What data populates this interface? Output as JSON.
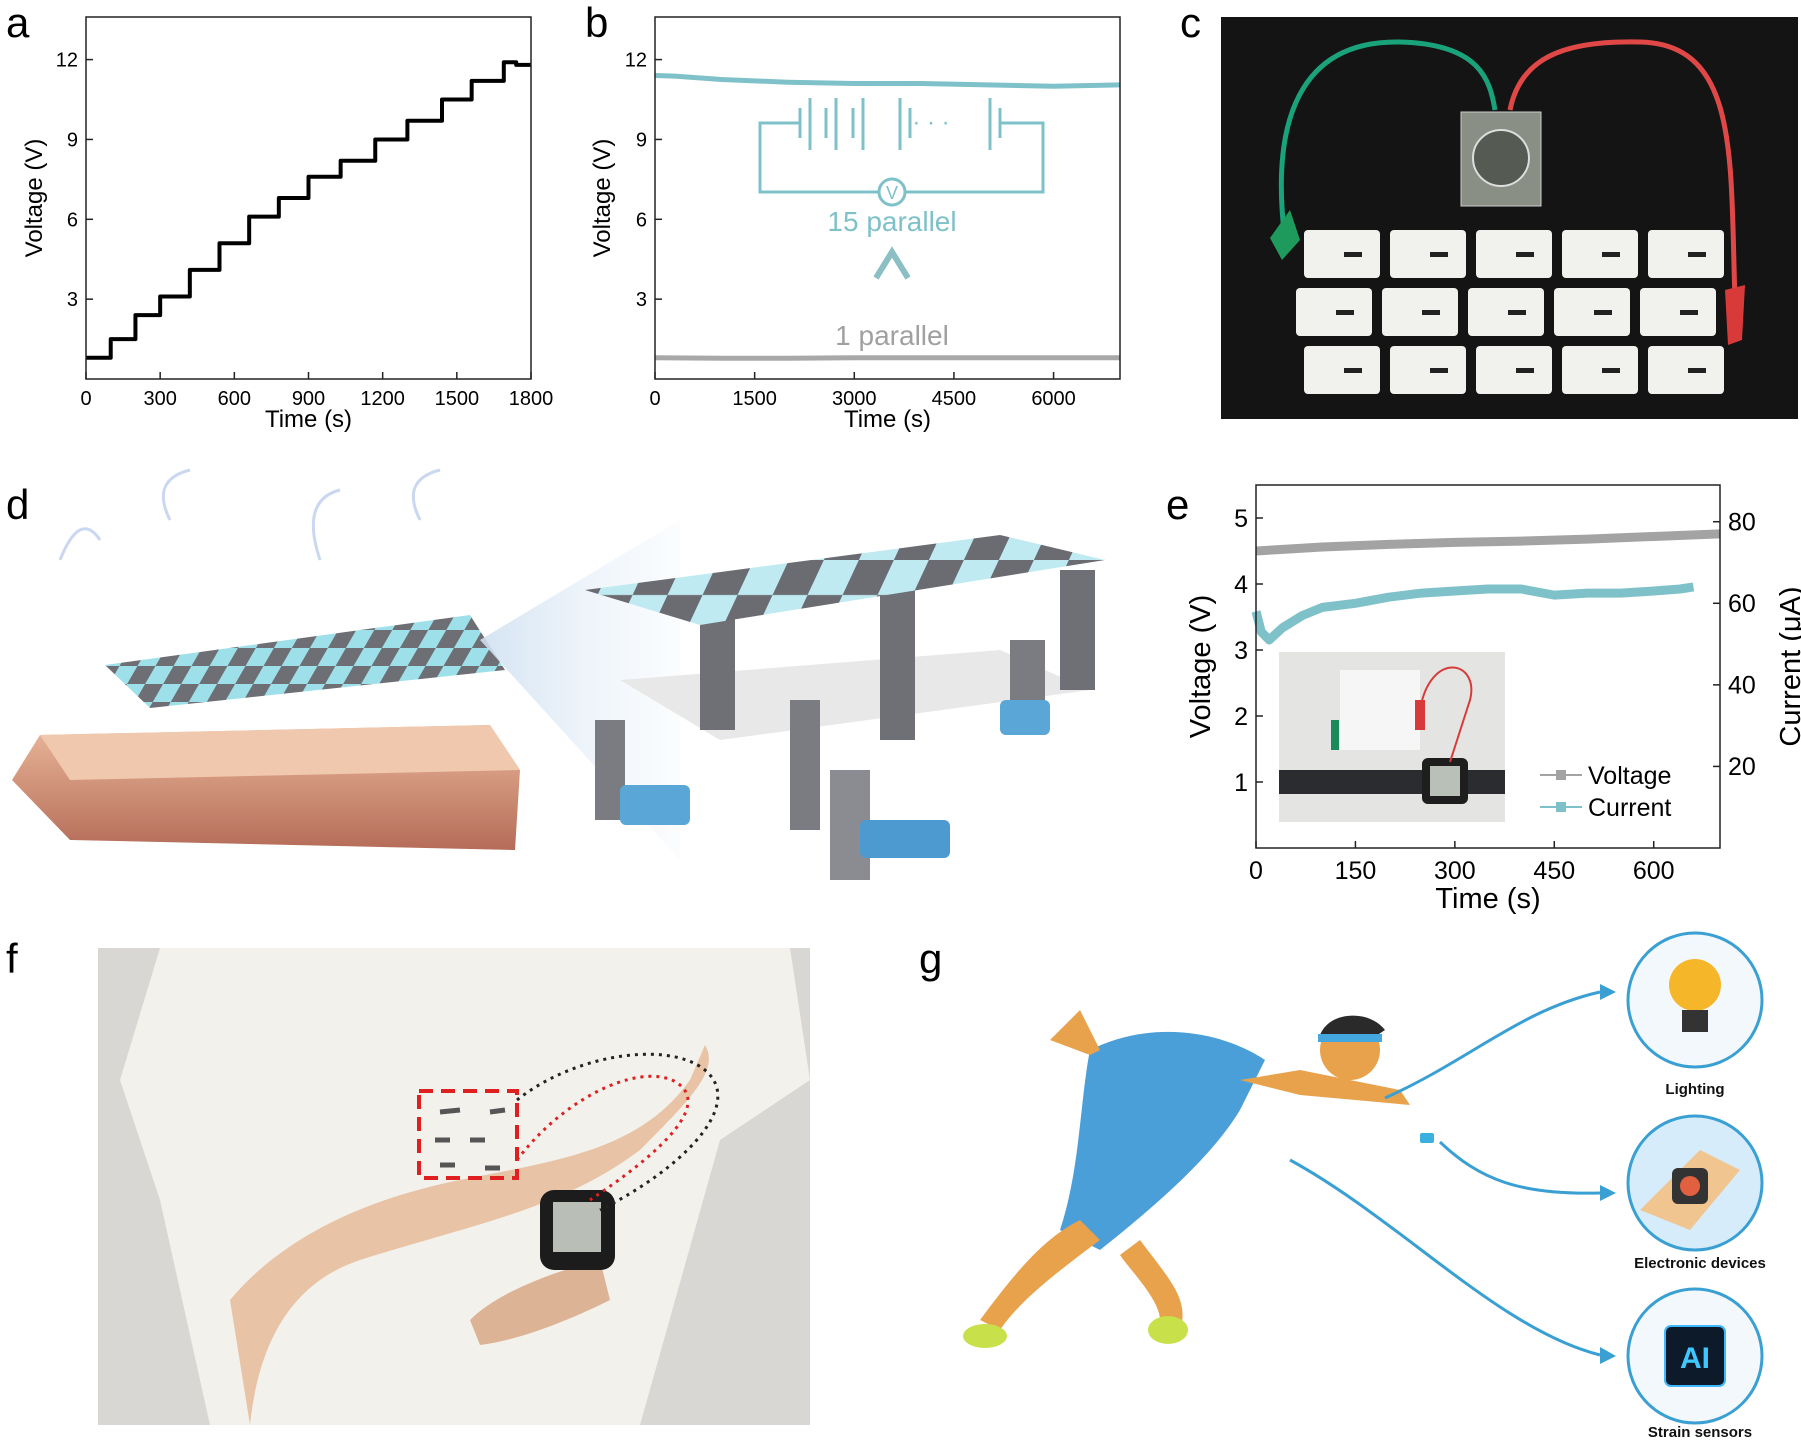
{
  "panel_labels": {
    "a": "a",
    "b": "b",
    "c": "c",
    "d": "d",
    "e": "e",
    "f": "f",
    "g": "g"
  },
  "chart_data": [
    {
      "id": "a",
      "type": "line",
      "title": "",
      "xlabel": "Time (s)",
      "ylabel": "Voltage (V)",
      "xlim": [
        0,
        1800
      ],
      "ylim": [
        0,
        13.6
      ],
      "xticks": [
        0,
        300,
        600,
        900,
        1200,
        1500,
        1800
      ],
      "yticks": [
        3,
        6,
        9,
        12
      ],
      "grid": false,
      "series": [
        {
          "name": "Voltage",
          "color": "#000000",
          "step": true,
          "x": [
            0,
            100,
            200,
            300,
            420,
            540,
            660,
            780,
            900,
            1030,
            1170,
            1300,
            1440,
            1560,
            1690,
            1740
          ],
          "y": [
            0.8,
            1.5,
            2.4,
            3.1,
            4.1,
            5.1,
            6.1,
            6.8,
            7.6,
            8.2,
            9.0,
            9.7,
            10.5,
            11.2,
            11.9,
            11.8
          ]
        }
      ]
    },
    {
      "id": "b",
      "type": "line",
      "title": "",
      "xlabel": "Time (s)",
      "ylabel": "Voltage (V)",
      "xlim": [
        0,
        7000
      ],
      "ylim": [
        0,
        13.6
      ],
      "xticks": [
        0,
        1500,
        3000,
        4500,
        6000
      ],
      "yticks": [
        3,
        6,
        9,
        12
      ],
      "grid": false,
      "series": [
        {
          "name": "15 parallel",
          "color": "#7fc1c8",
          "x": [
            0,
            300,
            1000,
            2000,
            3000,
            4000,
            5000,
            6000,
            7000
          ],
          "y": [
            11.4,
            11.38,
            11.25,
            11.15,
            11.1,
            11.1,
            11.05,
            11.0,
            11.05
          ]
        },
        {
          "name": "1 parallel",
          "color": "#a8a8a8",
          "x": [
            0,
            1000,
            2000,
            3000,
            4000,
            5000,
            6000,
            7000
          ],
          "y": [
            0.8,
            0.78,
            0.78,
            0.8,
            0.8,
            0.8,
            0.8,
            0.8
          ]
        }
      ],
      "annotations": {
        "upper": "15 parallel",
        "lower": "1 parallel",
        "voltmeter": "V"
      }
    },
    {
      "id": "e",
      "type": "line",
      "title": "",
      "xlabel": "Time (s)",
      "ylabel": "Voltage (V)",
      "y2label": "Current (μA)",
      "xlim": [
        0,
        700
      ],
      "ylim": [
        0,
        5.5
      ],
      "y2lim": [
        0,
        89
      ],
      "xticks": [
        0,
        150,
        300,
        450,
        600
      ],
      "yticks": [
        1,
        2,
        3,
        4,
        5
      ],
      "y2ticks": [
        20,
        40,
        60,
        80
      ],
      "grid": false,
      "legend_position": "bottom-right",
      "series": [
        {
          "name": "Voltage",
          "axis": "left",
          "color": "#a3a3a3",
          "x": [
            0,
            50,
            100,
            200,
            300,
            400,
            500,
            600,
            700
          ],
          "y": [
            4.5,
            4.53,
            4.56,
            4.6,
            4.63,
            4.65,
            4.68,
            4.72,
            4.76
          ]
        },
        {
          "name": "Current",
          "axis": "right",
          "color": "#7fc1c8",
          "x": [
            0,
            8,
            20,
            40,
            70,
            100,
            150,
            200,
            250,
            300,
            350,
            400,
            450,
            500,
            550,
            600,
            640,
            660
          ],
          "y": [
            58,
            53,
            51,
            54,
            57,
            59,
            60,
            61.5,
            62.5,
            63,
            63.5,
            63.5,
            62,
            62.5,
            62.5,
            63,
            63.5,
            64
          ]
        }
      ]
    }
  ],
  "panel_g": {
    "labels": [
      "Lighting",
      "Electronic devices",
      "Strain sensors"
    ],
    "chip_text": "AI"
  },
  "colors": {
    "teal": "#7fc1c8",
    "gray": "#a3a3a3",
    "arrow_blue": "#3a9fd3",
    "dash_red": "#e02020"
  }
}
